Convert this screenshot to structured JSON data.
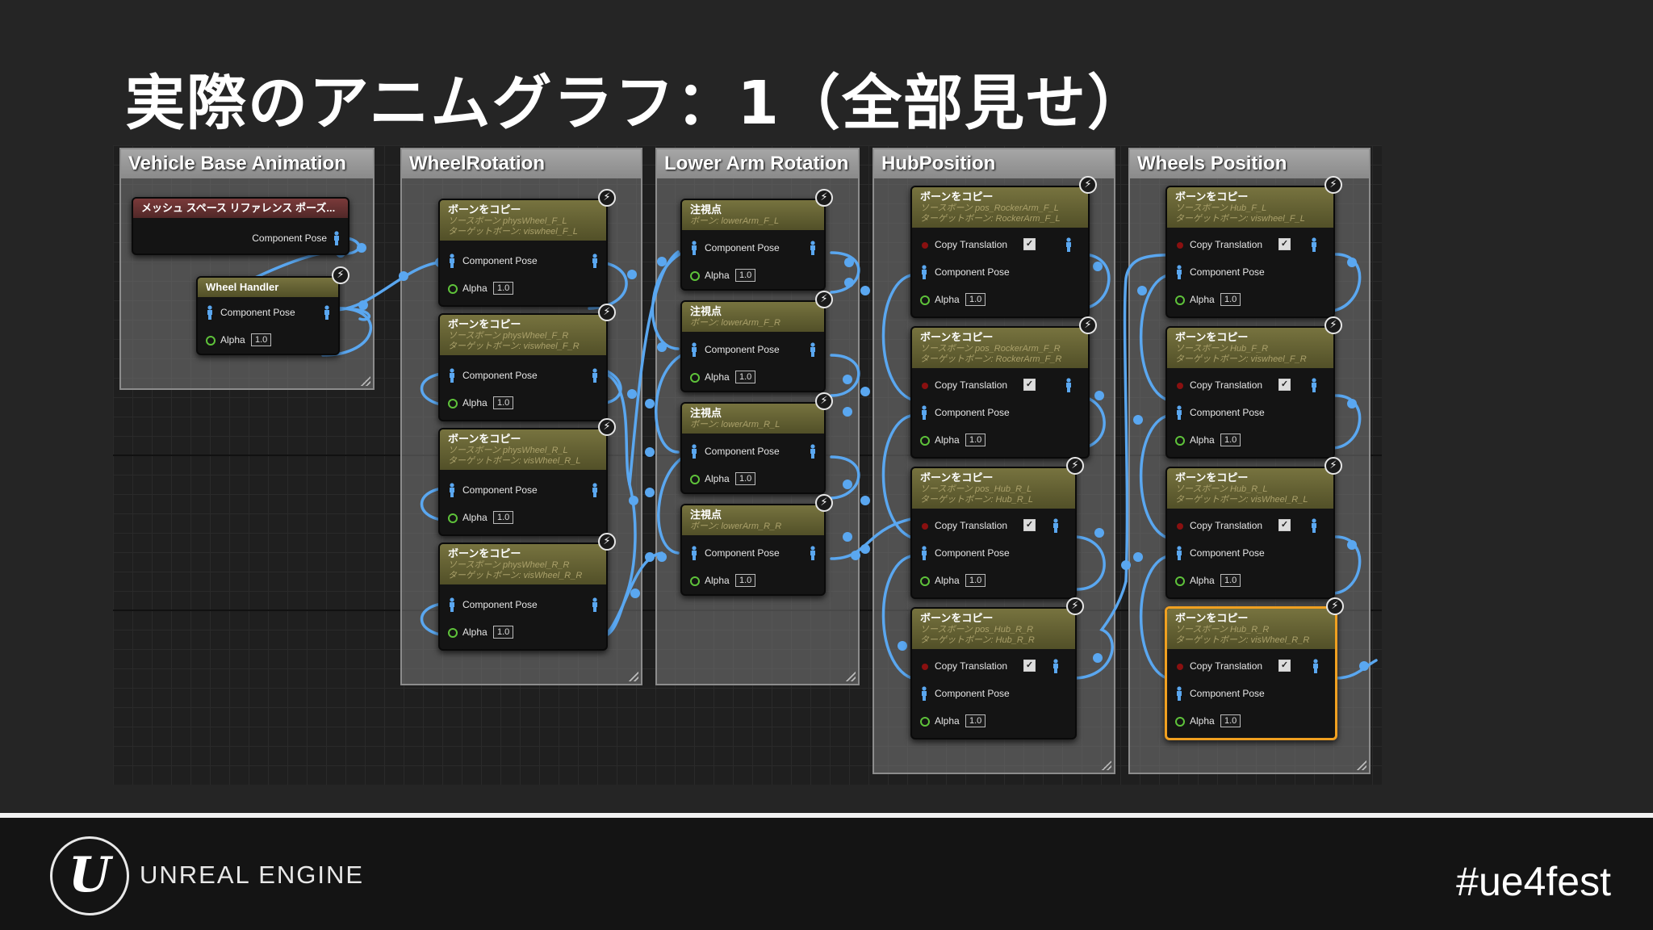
{
  "slide_title": "実際のアニムグラフ：1（全部見せ）",
  "groups": [
    {
      "title": "Vehicle Base Animation"
    },
    {
      "title": "WheelRotation"
    },
    {
      "title": "Lower Arm Rotation"
    },
    {
      "title": "HubPosition"
    },
    {
      "title": "Wheels Position"
    }
  ],
  "labels": {
    "copy_bone": "ボーンをコピー",
    "look_at": "注視点",
    "component_pose": "Component Pose",
    "alpha": "Alpha",
    "alpha_value": "1.0",
    "copy_translation": "Copy Translation",
    "checkbox_mark": "✓",
    "lightning": "⚡"
  },
  "base_nodes": {
    "mesh_space": {
      "title": "メッシュ スペース リファレンス ポーズ..."
    },
    "wheel_handler": {
      "title": "Wheel Handler"
    }
  },
  "wheel_rotation": [
    {
      "sub1": "ソースボーン physWheel_F_L",
      "sub2": "ターゲットボーン: viswheel_F_L"
    },
    {
      "sub1": "ソースボーン physWheel_F_R",
      "sub2": "ターゲットボーン: viswheel_F_R"
    },
    {
      "sub1": "ソースボーン physWheel_R_L",
      "sub2": "ターゲットボーン: visWheel_R_L"
    },
    {
      "sub1": "ソースボーン physWheel_R_R",
      "sub2": "ターゲットボーン: visWheel_R_R"
    }
  ],
  "lower_arm": [
    {
      "sub": "ボーン: lowerArm_F_L"
    },
    {
      "sub": "ボーン: lowerArm_F_R"
    },
    {
      "sub": "ボーン: lowerArm_R_L"
    },
    {
      "sub": "ボーン: lowerArm_R_R"
    }
  ],
  "hub_position": [
    {
      "sub1": "ソースボーン pos_RockerArm_F_L",
      "sub2": "ターゲットボーン: RockerArm_F_L"
    },
    {
      "sub1": "ソースボーン pos_RockerArm_F_R",
      "sub2": "ターゲットボーン: RockerArm_F_R"
    },
    {
      "sub1": "ソースボーン pos_Hub_R_L",
      "sub2": "ターゲットボーン: Hub_R_L"
    },
    {
      "sub1": "ソースボーン pos_Hub_R_R",
      "sub2": "ターゲットボーン: Hub_R_R"
    }
  ],
  "wheels_position": [
    {
      "sub1": "ソースボーン Hub_F_L",
      "sub2": "ターゲットボーン: viswheel_F_L"
    },
    {
      "sub1": "ソースボーン Hub_F_R",
      "sub2": "ターゲットボーン: viswheel_F_R"
    },
    {
      "sub1": "ソースボーン Hub_R_L",
      "sub2": "ターゲットボーン: visWheel_R_L"
    },
    {
      "sub1": "ソースボーン Hub_R_R",
      "sub2": "ターゲットボーン: visWheel_R_R"
    }
  ],
  "footer": {
    "logo_glyph": "U",
    "logo_text": "UNREAL ENGINE",
    "hashtag": "#ue4fest"
  },
  "colors": {
    "wire": "#5aa7f0",
    "pose_pin": "#5aa7f0",
    "alpha_pin": "#5ec23a",
    "node_header": "#6b6838",
    "selected_outline": "#f0a020"
  }
}
